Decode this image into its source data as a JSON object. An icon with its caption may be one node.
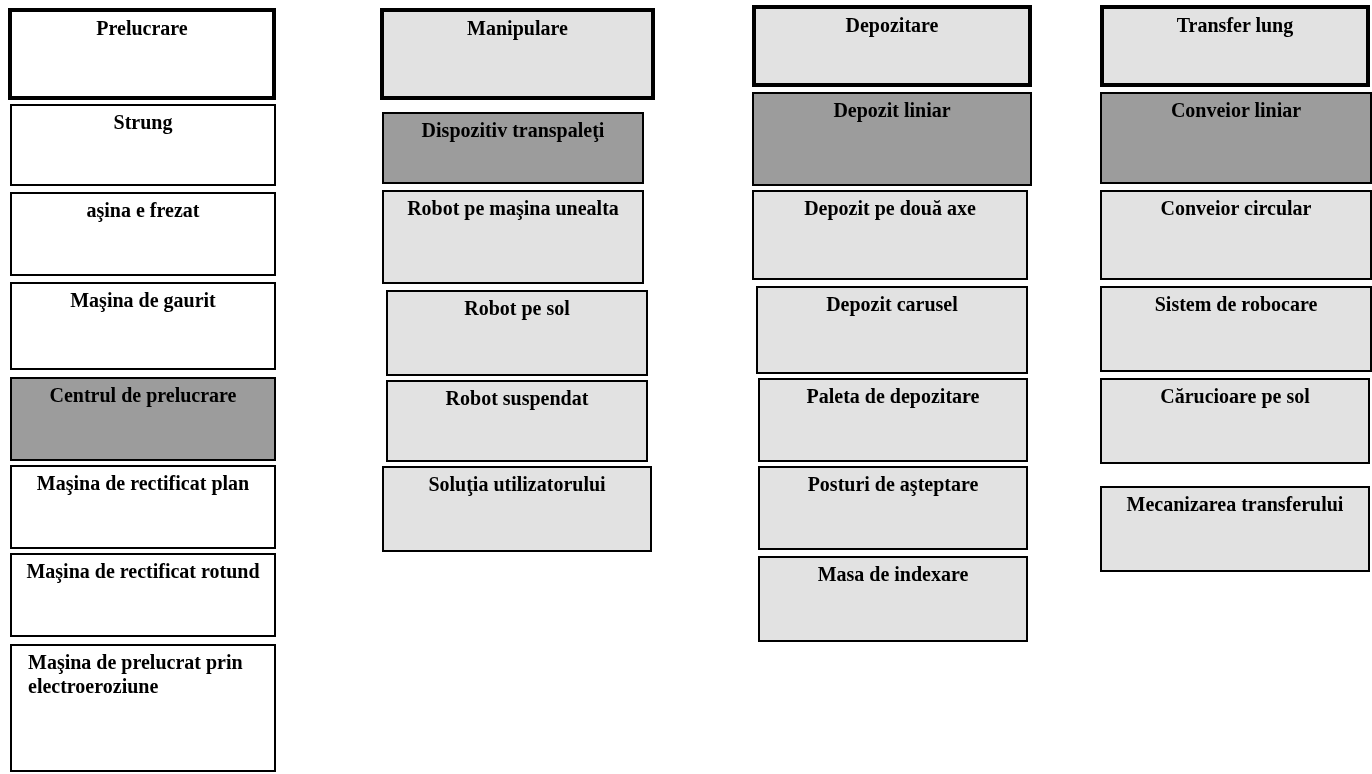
{
  "diagram": {
    "nodes": [
      {
        "text": [
          "Prelucrare"
        ]
      },
      {
        "text": [
          "Strung"
        ]
      },
      {
        "text": [
          "aşina e frezat"
        ]
      },
      {
        "text": [
          "Maşina de gaurit"
        ]
      },
      {
        "text": [
          "Centrul de prelucrare"
        ]
      },
      {
        "text": [
          "Maşina de rectificat plan"
        ]
      },
      {
        "text": [
          "Maşina de rectificat rotund"
        ]
      },
      {
        "text": [
          "Maşina de prelucrat prin electroeroziune"
        ]
      },
      {
        "text": [
          "Manipulare"
        ]
      },
      {
        "text": [
          "Dispozitiv transpaleţi"
        ]
      },
      {
        "text": [
          "Robot pe maşina unealta"
        ]
      },
      {
        "text": [
          "Robot pe sol"
        ]
      },
      {
        "text": [
          "Robot suspendat"
        ]
      },
      {
        "text": [
          "Soluţia utilizatorului"
        ]
      },
      {
        "text": [
          "Depozitare"
        ]
      },
      {
        "text": [
          "Depozit liniar"
        ]
      },
      {
        "text": [
          "Depozit pe două axe"
        ]
      },
      {
        "text": [
          "Depozit carusel"
        ]
      },
      {
        "text": [
          "Paleta de depozitare"
        ]
      },
      {
        "text": [
          "Posturi de aşteptare"
        ]
      },
      {
        "text": [
          "Masa de indexare"
        ]
      },
      {
        "text": [
          "Transfer lung"
        ]
      },
      {
        "text": [
          "Conveior liniar"
        ]
      },
      {
        "text": [
          "Conveior circular"
        ]
      },
      {
        "text": [
          "Sistem de robocare"
        ]
      },
      {
        "text": [
          "Cărucioare pe sol"
        ]
      },
      {
        "text": [
          "Mecanizarea transferului"
        ]
      }
    ],
    "edges": []
  }
}
